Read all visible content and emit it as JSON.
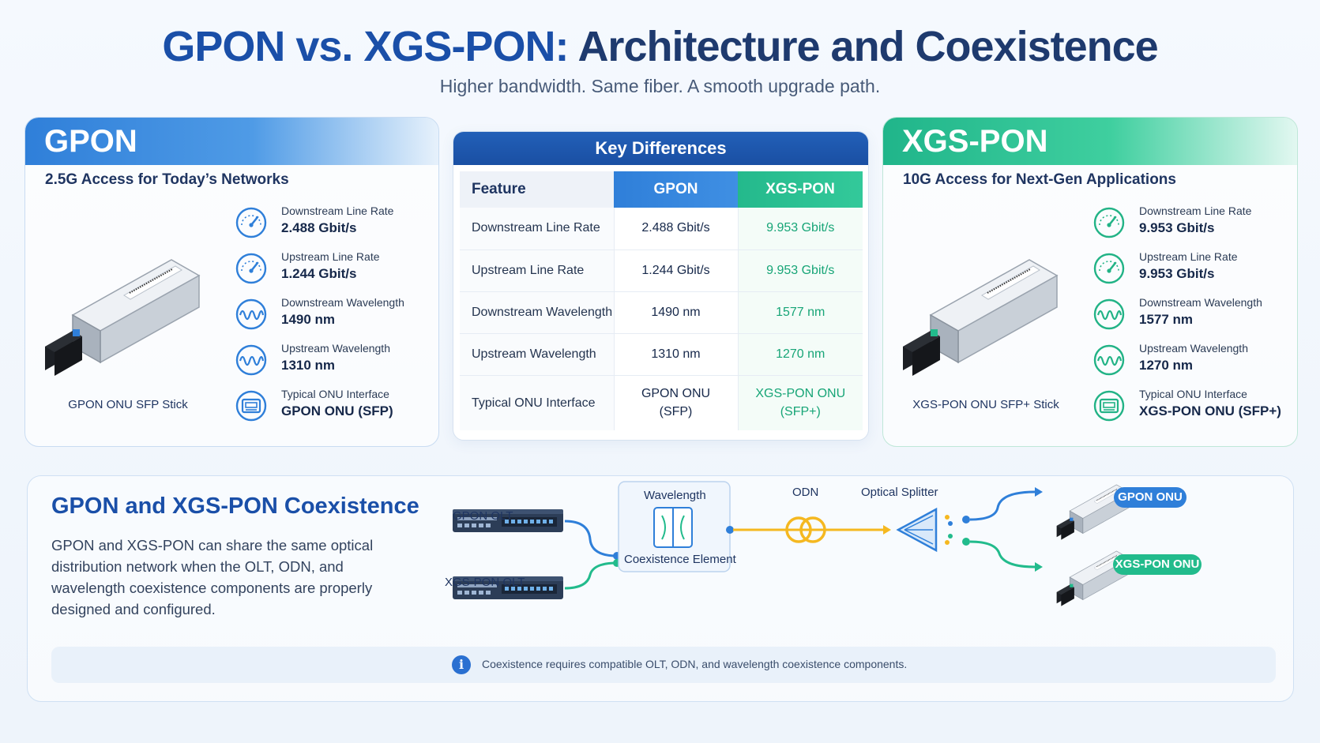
{
  "header": {
    "title_part1": "GPON vs. XGS-PON:",
    "title_part2": "Architecture and Coexistence",
    "subtitle": "Higher bandwidth. Same fiber. A smooth upgrade path."
  },
  "gpon_card": {
    "name": "GPON",
    "tagline": "2.5G Access for Today’s Networks",
    "caption": "GPON ONU SFP Stick",
    "specs": [
      {
        "label": "Downstream Line Rate",
        "value": "2.488 Gbit/s",
        "icon": "gauge-icon"
      },
      {
        "label": "Upstream Line Rate",
        "value": "1.244 Gbit/s",
        "icon": "gauge-icon"
      },
      {
        "label": "Downstream Wavelength",
        "value": "1490 nm",
        "icon": "wave-icon"
      },
      {
        "label": "Upstream Wavelength",
        "value": "1310 nm",
        "icon": "wave-icon"
      },
      {
        "label": "Typical ONU Interface",
        "value": "GPON ONU (SFP)",
        "icon": "interface-icon"
      }
    ]
  },
  "xgs_card": {
    "name": "XGS-PON",
    "tagline": "10G Access for Next-Gen Applications",
    "caption": "XGS-PON ONU SFP+ Stick",
    "specs": [
      {
        "label": "Downstream Line Rate",
        "value": "9.953 Gbit/s",
        "icon": "gauge-icon"
      },
      {
        "label": "Upstream Line Rate",
        "value": "9.953 Gbit/s",
        "icon": "gauge-icon"
      },
      {
        "label": "Downstream Wavelength",
        "value": "1577 nm",
        "icon": "wave-icon"
      },
      {
        "label": "Upstream Wavelength",
        "value": "1270 nm",
        "icon": "wave-icon"
      },
      {
        "label": "Typical ONU Interface",
        "value": "XGS-PON ONU (SFP+)",
        "icon": "interface-icon"
      }
    ]
  },
  "comparison": {
    "title": "Key Differences",
    "headers": [
      "Feature",
      "GPON",
      "XGS-PON"
    ],
    "rows": [
      [
        "Downstream Line Rate",
        "2.488 Gbit/s",
        "9.953 Gbit/s"
      ],
      [
        "Upstream Line Rate",
        "1.244 Gbit/s",
        "9.953 Gbit/s"
      ],
      [
        "Downstream Wavelength",
        "1490 nm",
        "1577 nm"
      ],
      [
        "Upstream Wavelength",
        "1310 nm",
        "1270 nm"
      ],
      [
        "Typical ONU Interface",
        "GPON ONU\n(SFP)",
        "XGS-PON ONU\n(SFP+)"
      ]
    ]
  },
  "coexistence": {
    "title": "GPON and XGS-PON Coexistence",
    "description": "GPON and XGS-PON can share the same optical distribution network when the OLT, ODN, and wavelength coexistence components are properly designed and configured.",
    "gpon_olt": "GPON OLT",
    "xgs_olt": "XGS-PON OLT",
    "wce_top": "Wavelength",
    "wce_bottom": "Coexistence Element",
    "odn": "ODN",
    "splitter": "Optical Splitter",
    "gpon_onu": "GPON ONU",
    "xgs_onu": "XGS-PON ONU",
    "note": "Coexistence requires compatible OLT, ODN, and wavelength coexistence components."
  },
  "colors": {
    "gpon_blue": "#2f7fd9",
    "xgs_green": "#22bb8c",
    "title_blue": "#1a4fa8",
    "fiber_yellow": "#f5b820"
  }
}
